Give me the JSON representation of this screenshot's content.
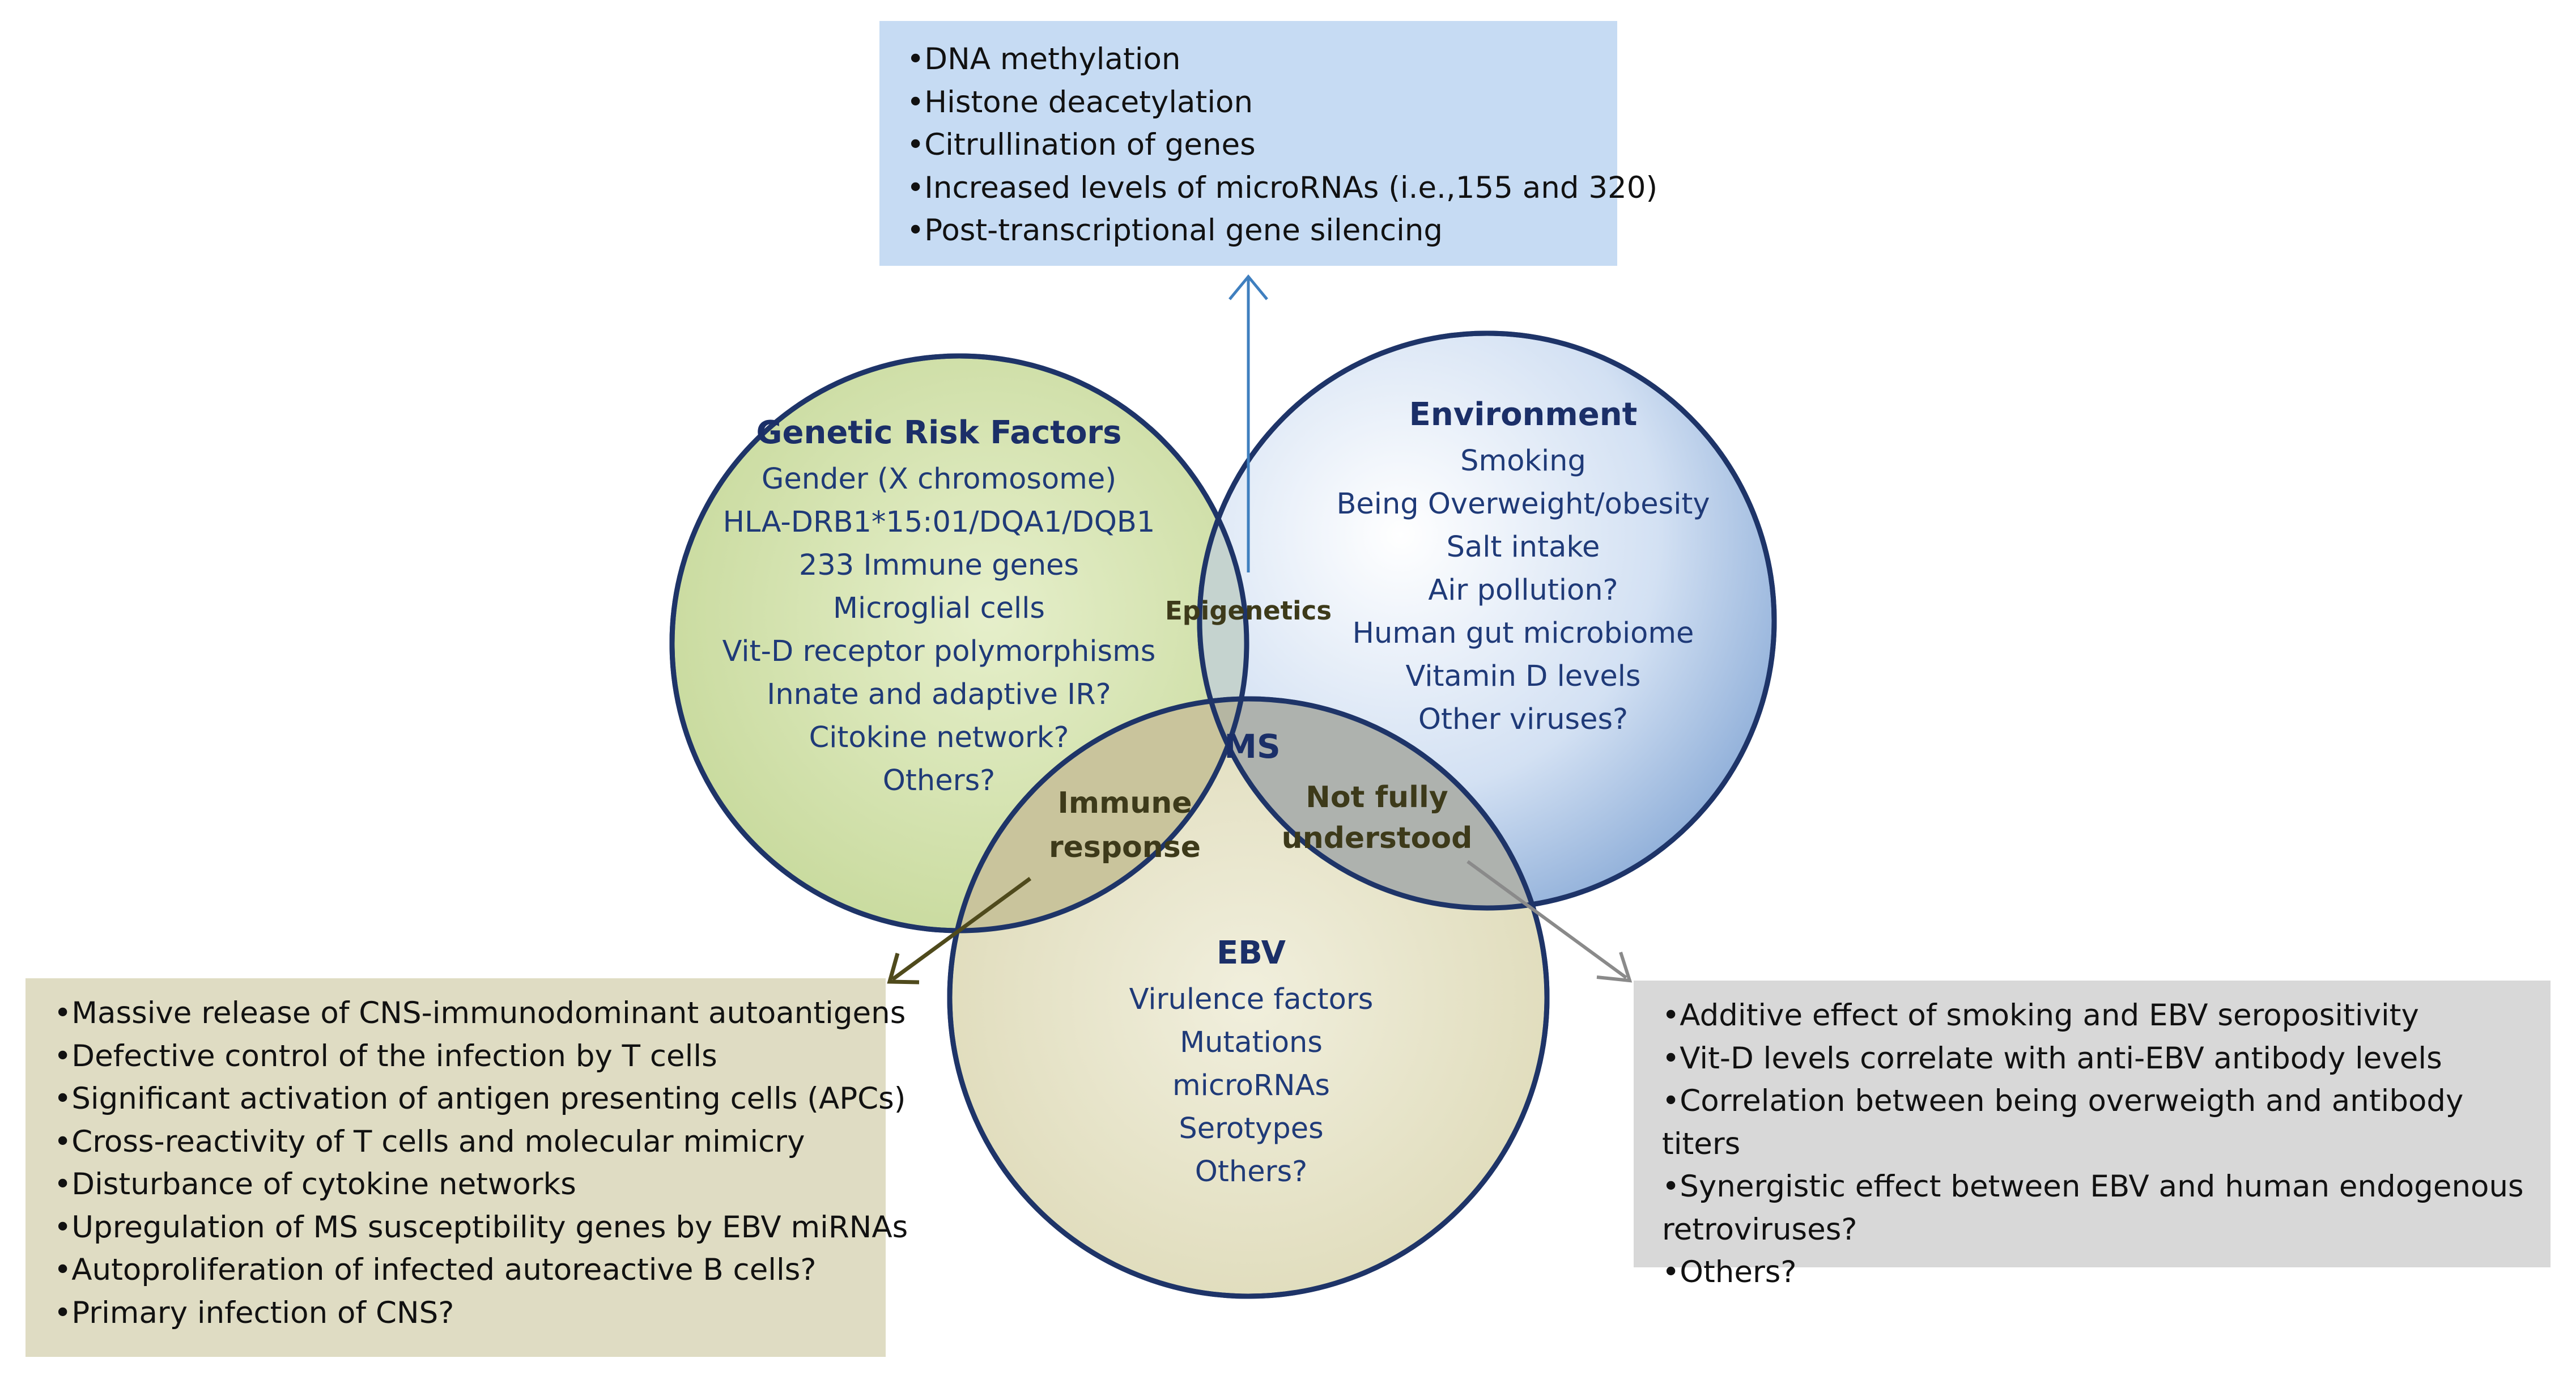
{
  "epigenetics_box": {
    "items": [
      "DNA methylation",
      "Histone deacetylation",
      "Citrullination of genes",
      "Increased levels of microRNAs (i.e.,155 and 320)",
      "Post-transcriptional gene silencing"
    ]
  },
  "circles": {
    "genetic": {
      "title": "Genetic Risk Factors",
      "items": [
        "Gender (X chromosome)",
        "HLA-DRB1*15:01/DQA1/DQB1",
        "233 Immune genes",
        "Microglial cells",
        "Vit-D receptor polymorphisms",
        "Innate and adaptive IR?",
        "Citokine network?",
        "Others?"
      ]
    },
    "environment": {
      "title": "Environment",
      "items": [
        "Smoking",
        "Being Overweight/obesity",
        "Salt intake",
        "Air pollution?",
        "Human gut microbiome",
        "Vitamin D levels",
        "Other viruses?"
      ]
    },
    "ebv": {
      "title": "EBV",
      "items": [
        "Virulence factors",
        "Mutations",
        "microRNAs",
        "Serotypes",
        "Others?"
      ]
    }
  },
  "overlaps": {
    "epigenetics": "Epigenetics",
    "ms": "MS",
    "immune_line1": "Immune",
    "immune_line2": "response",
    "not_fully_line1": "Not fully",
    "not_fully_line2": "understood"
  },
  "immune_box": {
    "items": [
      "Massive release of CNS-immunodominant autoantigens",
      "Defective control of the infection by T cells",
      "Significant activation of antigen presenting cells (APCs)",
      "Cross-reactivity of T cells and molecular mimicry",
      "Disturbance of cytokine networks",
      "Upregulation of MS susceptibility genes by EBV miRNAs",
      "Autoproliferation of infected autoreactive B cells?",
      "Primary infection of CNS?"
    ]
  },
  "not_fully_box": {
    "items": [
      "Additive effect of smoking and EBV seropositivity",
      "Vit-D levels correlate with anti-EBV antibody levels",
      "Correlation between being overweigth and antibody titers",
      "Synergistic effect between EBV and human endogenous retroviruses?",
      "Others?"
    ]
  },
  "colors": {
    "genetic_fill": "#d3e2ad",
    "environment_fill": "#bfd3ec",
    "ebv_fill": "#e4e1c3",
    "circle_stroke": "#1e3468",
    "epi_box": "#c6dbf3",
    "immune_box": "#dfdcc3",
    "not_fully_box": "#d8d8d8",
    "arrow_blue": "#3f7fbf",
    "arrow_olive": "#4f4a1c",
    "arrow_gray": "#8a8a8a"
  }
}
